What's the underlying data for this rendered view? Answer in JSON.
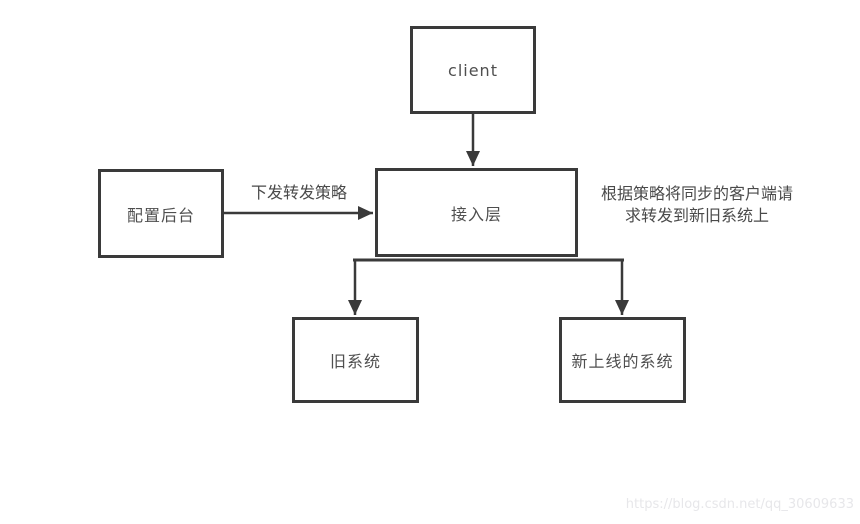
{
  "diagram": {
    "nodes": {
      "client": {
        "label": "client"
      },
      "access_layer": {
        "label": "接入层"
      },
      "config_backend": {
        "label": "配置后台"
      },
      "old_system": {
        "label": "旧系统"
      },
      "new_system": {
        "label": "新上线的系统"
      }
    },
    "edges": {
      "config_to_access_label": "下发转发策略"
    },
    "annotation": {
      "line1": "根据策略将同步的客户端请",
      "line2": "求转发到新旧系统上"
    },
    "colors": {
      "box_border": "#3a3a3a",
      "arrow": "#3a3a3a",
      "text": "#4a4a4a",
      "watermark_text": "#e7e7ea",
      "background": "#ffffff"
    }
  },
  "watermark": {
    "url_text": "https://blog.csdn.net/qq_30609633"
  }
}
